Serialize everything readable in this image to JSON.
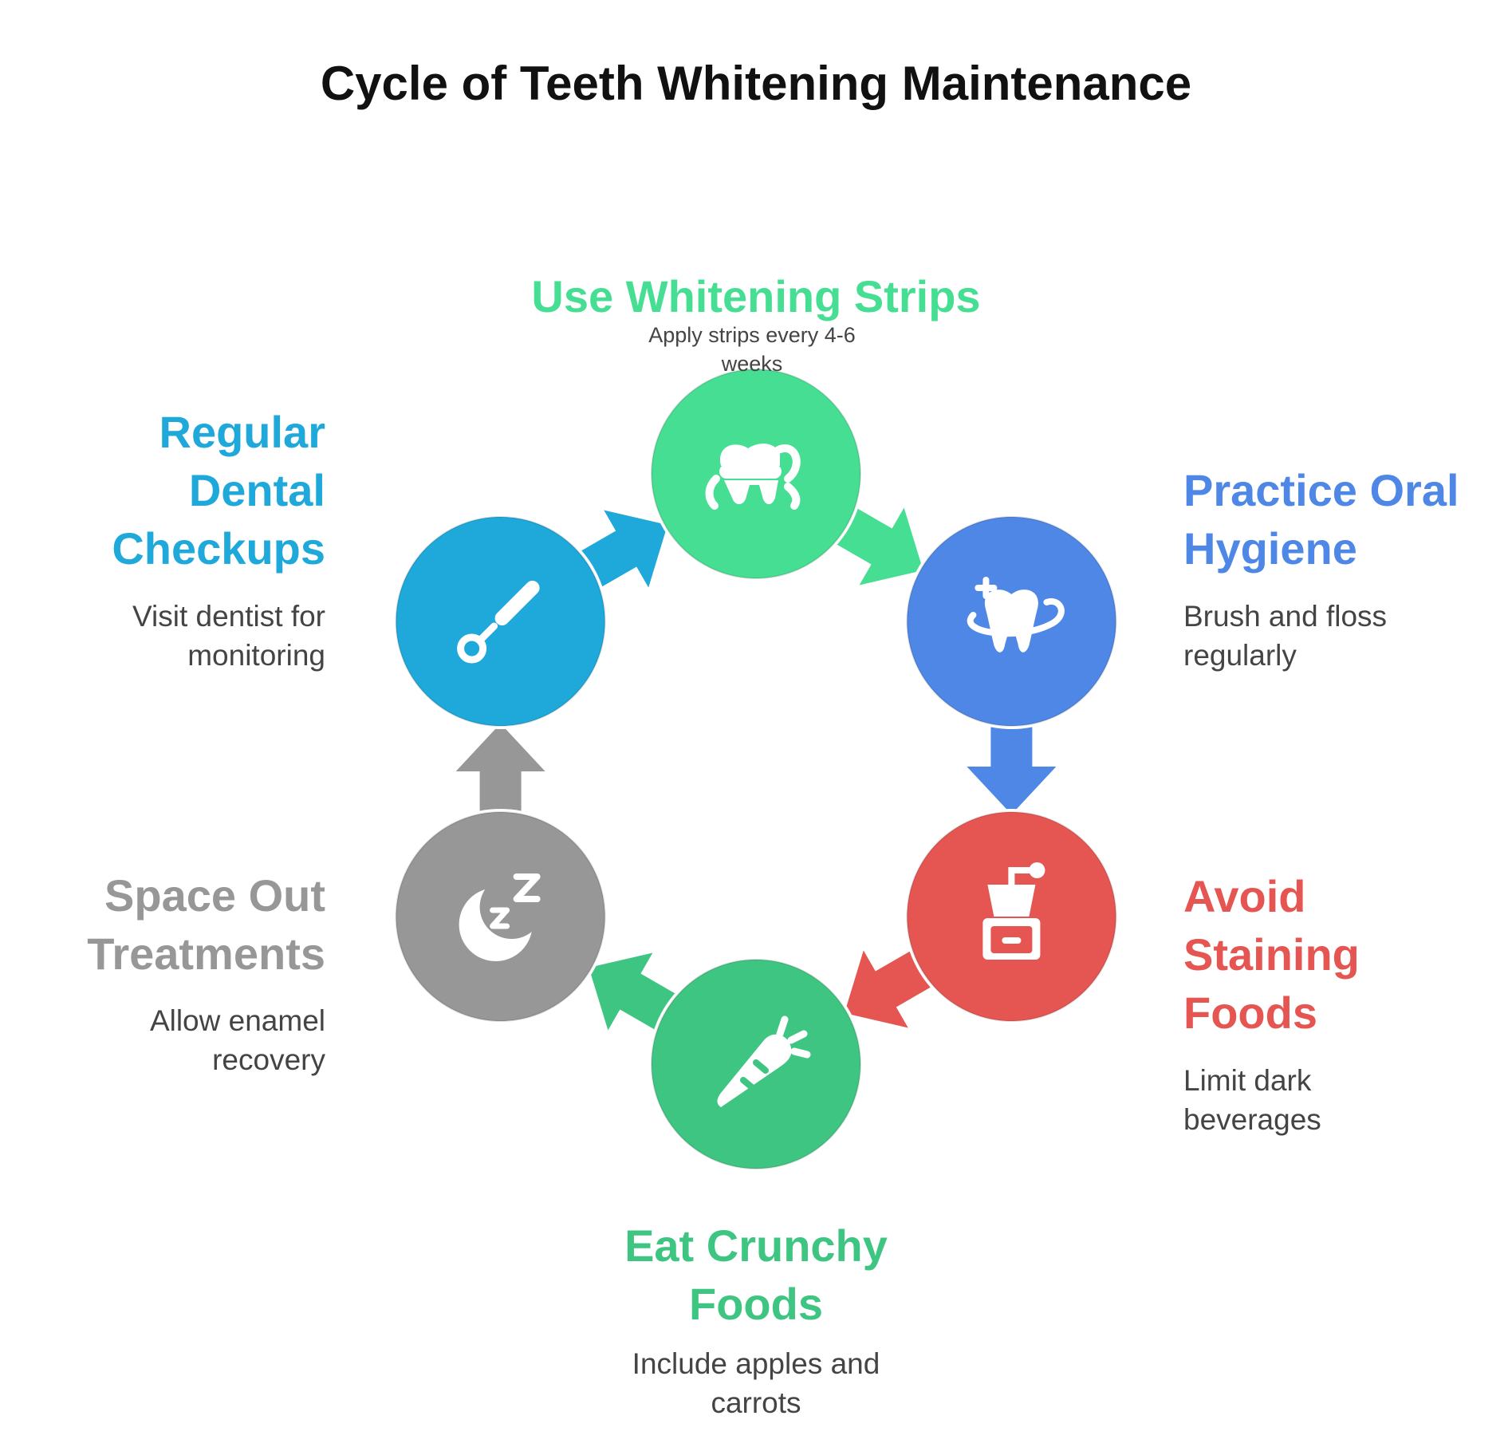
{
  "title": "Cycle of Teeth Whitening Maintenance",
  "steps": [
    {
      "id": "whitening-strips",
      "title": "Use Whitening Strips",
      "description": "Apply strips every 4-6 weeks",
      "color": "#46DE92",
      "icon": "tooth-strips-icon"
    },
    {
      "id": "oral-hygiene",
      "title": "Practice Oral Hygiene",
      "description": "Brush and floss regularly",
      "color": "#4E87E5",
      "icon": "clean-tooth-icon"
    },
    {
      "id": "staining-foods",
      "title": "Avoid Staining Foods",
      "description": "Limit dark beverages",
      "color": "#E55652",
      "icon": "coffee-grinder-icon"
    },
    {
      "id": "crunchy-foods",
      "title": "Eat Crunchy Foods",
      "description": "Include apples and carrots",
      "color": "#3FC582",
      "icon": "carrot-icon"
    },
    {
      "id": "space-treatments",
      "title": "Space Out Treatments",
      "description": "Allow enamel recovery",
      "color": "#979797",
      "icon": "sleep-moon-icon"
    },
    {
      "id": "dental-checkups",
      "title": "Regular Dental Checkups",
      "description": "Visit dentist for monitoring",
      "color": "#1FA8DA",
      "icon": "dental-mirror-icon"
    }
  ]
}
